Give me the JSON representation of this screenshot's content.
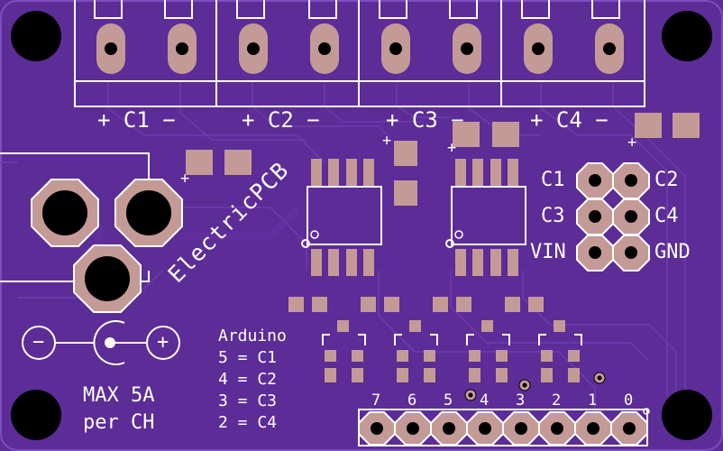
{
  "board": {
    "brand": "ElectricPCB",
    "colors": {
      "soldermask": "#5c2c97",
      "trace": "#6a38aa",
      "pad": "#c49a96",
      "silk": "#ffffff",
      "hole": "#000000"
    }
  },
  "terminal_labels": [
    {
      "plus": "+",
      "name": "C1",
      "minus": "−"
    },
    {
      "plus": "+",
      "name": "C2",
      "minus": "−"
    },
    {
      "plus": "+",
      "name": "C3",
      "minus": "−"
    },
    {
      "plus": "+",
      "name": "C4",
      "minus": "−"
    }
  ],
  "header_labels": {
    "left": [
      "C1",
      "C3",
      "VIN"
    ],
    "right": [
      "C2",
      "C4",
      "GND"
    ]
  },
  "arduino": {
    "title": "Arduino",
    "lines": [
      "5 = C1",
      "4 = C2",
      "3 = C3",
      "2 = C4"
    ]
  },
  "rating": {
    "line1": "MAX 5A",
    "line2": "per CH"
  },
  "polarity": {
    "minus": "−",
    "plus": "+"
  },
  "pin_numbers": [
    "7",
    "6",
    "5",
    "4",
    "3",
    "2",
    "1",
    "0"
  ],
  "plus_marks": [
    "+",
    "+",
    "+",
    "+"
  ]
}
